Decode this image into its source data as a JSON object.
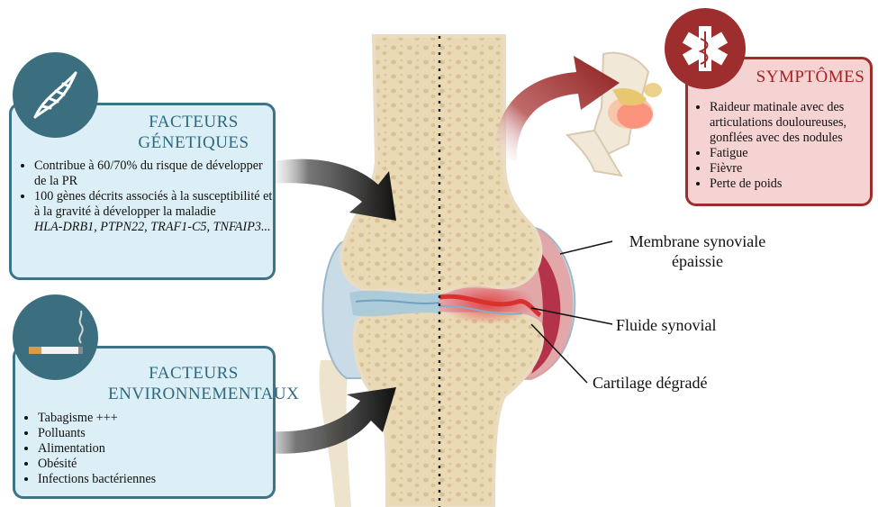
{
  "genetic": {
    "title_line1": "FACTEURS",
    "title_line2": "GÉNETIQUES",
    "items": [
      "Contribue à 60/70% du risque de développer de la PR",
      "100 gènes décrits associés à la susceptibilité et à la gravité à développer la maladie"
    ],
    "genes": "HLA-DRB1, PTPN22, TRAF1-C5, TNFAIP3...",
    "icon": "dna-icon"
  },
  "environmental": {
    "title_line1": "FACTEURS",
    "title_line2": "ENVIRONNEMENTAUX",
    "items": [
      "Tabagisme +++",
      "Polluants",
      "Alimentation",
      "Obésité",
      "Infections bactériennes"
    ],
    "icon": "cigarette-icon"
  },
  "symptoms": {
    "title": "SYMPTÔMES",
    "items": [
      "Raideur matinale avec des articulations douloureuses, gonflées avec des nodules",
      "Fatigue",
      "Fièvre",
      "Perte de poids"
    ],
    "icon": "medical-caduceus-icon"
  },
  "labels": {
    "membrane": "Membrane synoviale épaissie",
    "fluid": "Fluide synovial",
    "cartilage": "Cartilage dégradé"
  },
  "colors": {
    "blue_border": "#3e7287",
    "blue_fill": "#dceff6",
    "red_border": "#9e2d2d",
    "red_fill": "#f6d3d3",
    "bone": "#ead9b5",
    "inflammation": "#e03a3a"
  }
}
